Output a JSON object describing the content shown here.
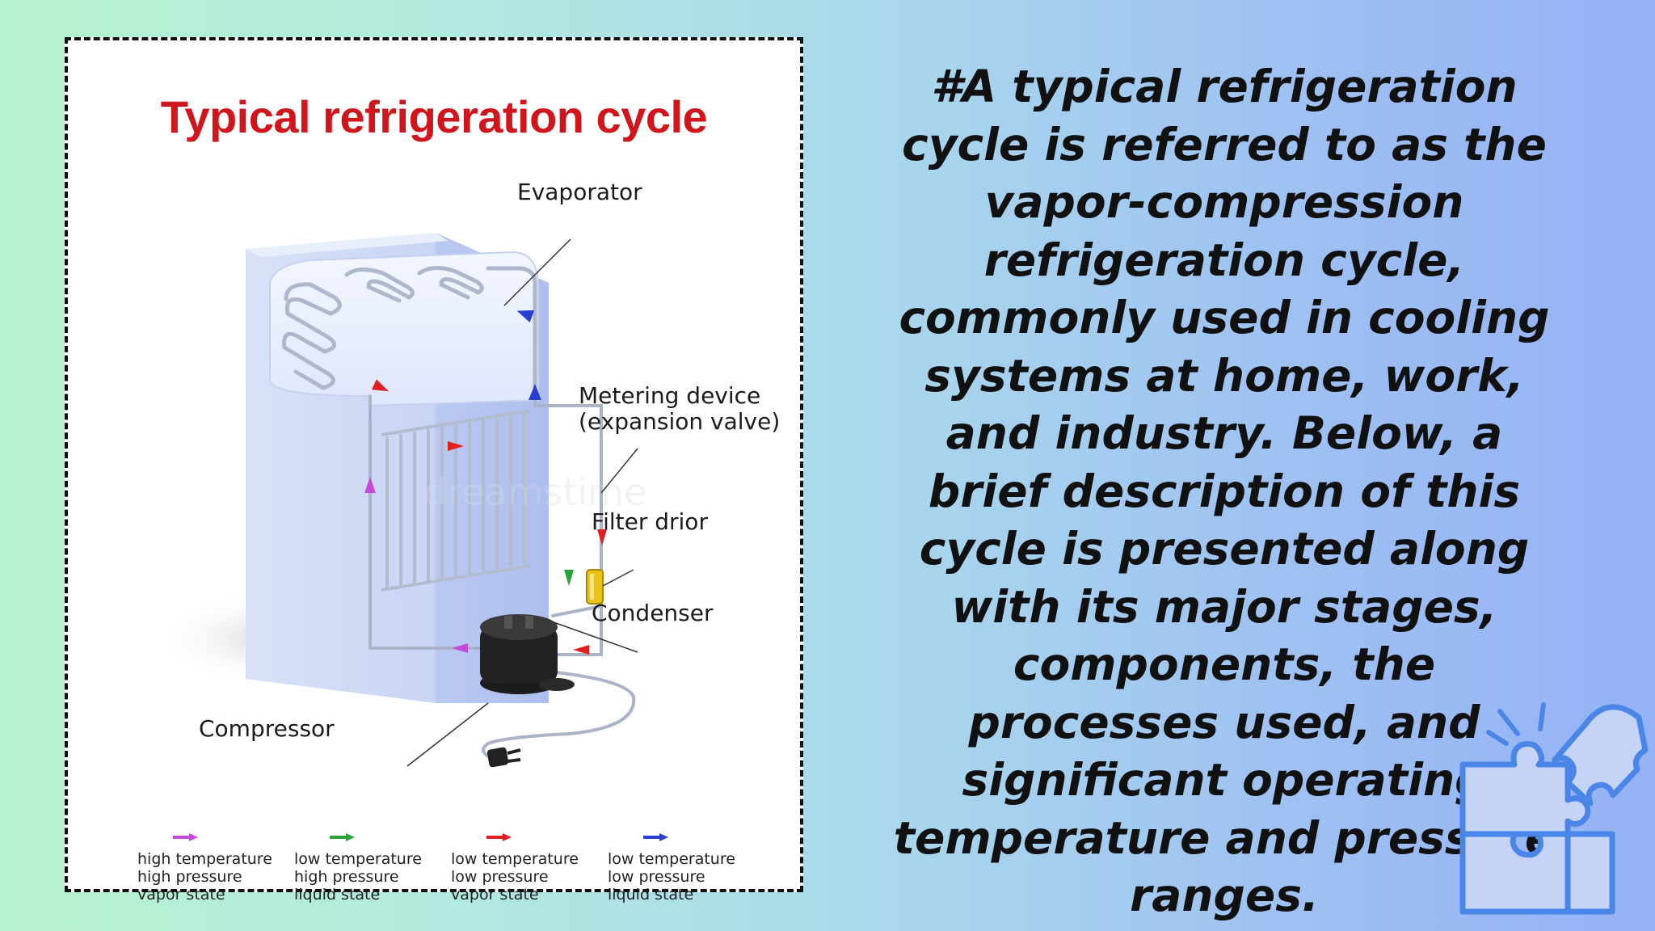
{
  "diagram": {
    "title": "Typical refrigeration cycle",
    "labels": {
      "evaporator": "Evaporator",
      "metering_line1": "Metering device",
      "metering_line2": "(expansion valve)",
      "filter": "Filter drior",
      "condenser": "Condenser",
      "compressor": "Compressor"
    },
    "legend": [
      {
        "line1": "high temperature",
        "line2": "high pressure",
        "line3": "vapor state",
        "color": "#c24bd9"
      },
      {
        "line1": "low temperature",
        "line2": "high pressure",
        "line3": "liquid state",
        "color": "#2aa33a"
      },
      {
        "line1": "low temperature",
        "line2": "low pressure",
        "line3": "vapor state",
        "color": "#e02020"
      },
      {
        "line1": "low temperature",
        "line2": "low pressure",
        "line3": "liquid state",
        "color": "#2a3fd1"
      }
    ]
  },
  "description": {
    "text": "#A typical refrigeration cycle is referred to as the vapor-compression refrigeration cycle, commonly used in cooling systems at home, work, and industry. Below, a brief description of this cycle is presented along with its major stages, components, the processes used, and significant operating temperature and pressure ranges."
  },
  "decoration": {
    "icon": "puzzle-icon",
    "color": "#4a86e8"
  },
  "colors": {
    "title_red": "#d0161c",
    "fridge_blue": "#c9d6f5"
  }
}
